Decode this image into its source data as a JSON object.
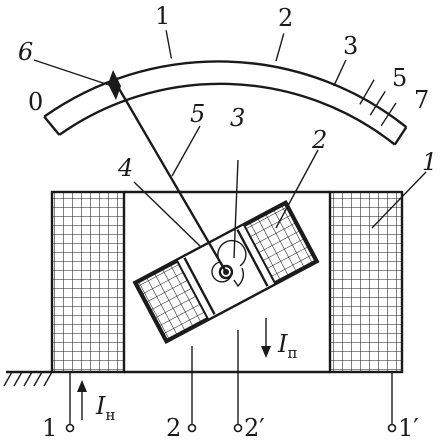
{
  "scale": {
    "tick_labels": [
      "0",
      "1",
      "2",
      "3",
      "5",
      "7"
    ]
  },
  "callouts": {
    "scale_pointer_6": "6",
    "pointer_5": "5",
    "spring_3": "3",
    "moving_coil_4": "4",
    "coil_2": "2",
    "fixed_coil_1": "1"
  },
  "currents": {
    "series": {
      "symbol": "I",
      "subscript": "н"
    },
    "parallel": {
      "symbol": "I",
      "subscript": "п"
    }
  },
  "terminals": [
    "1",
    "2",
    "2′",
    "1′"
  ]
}
